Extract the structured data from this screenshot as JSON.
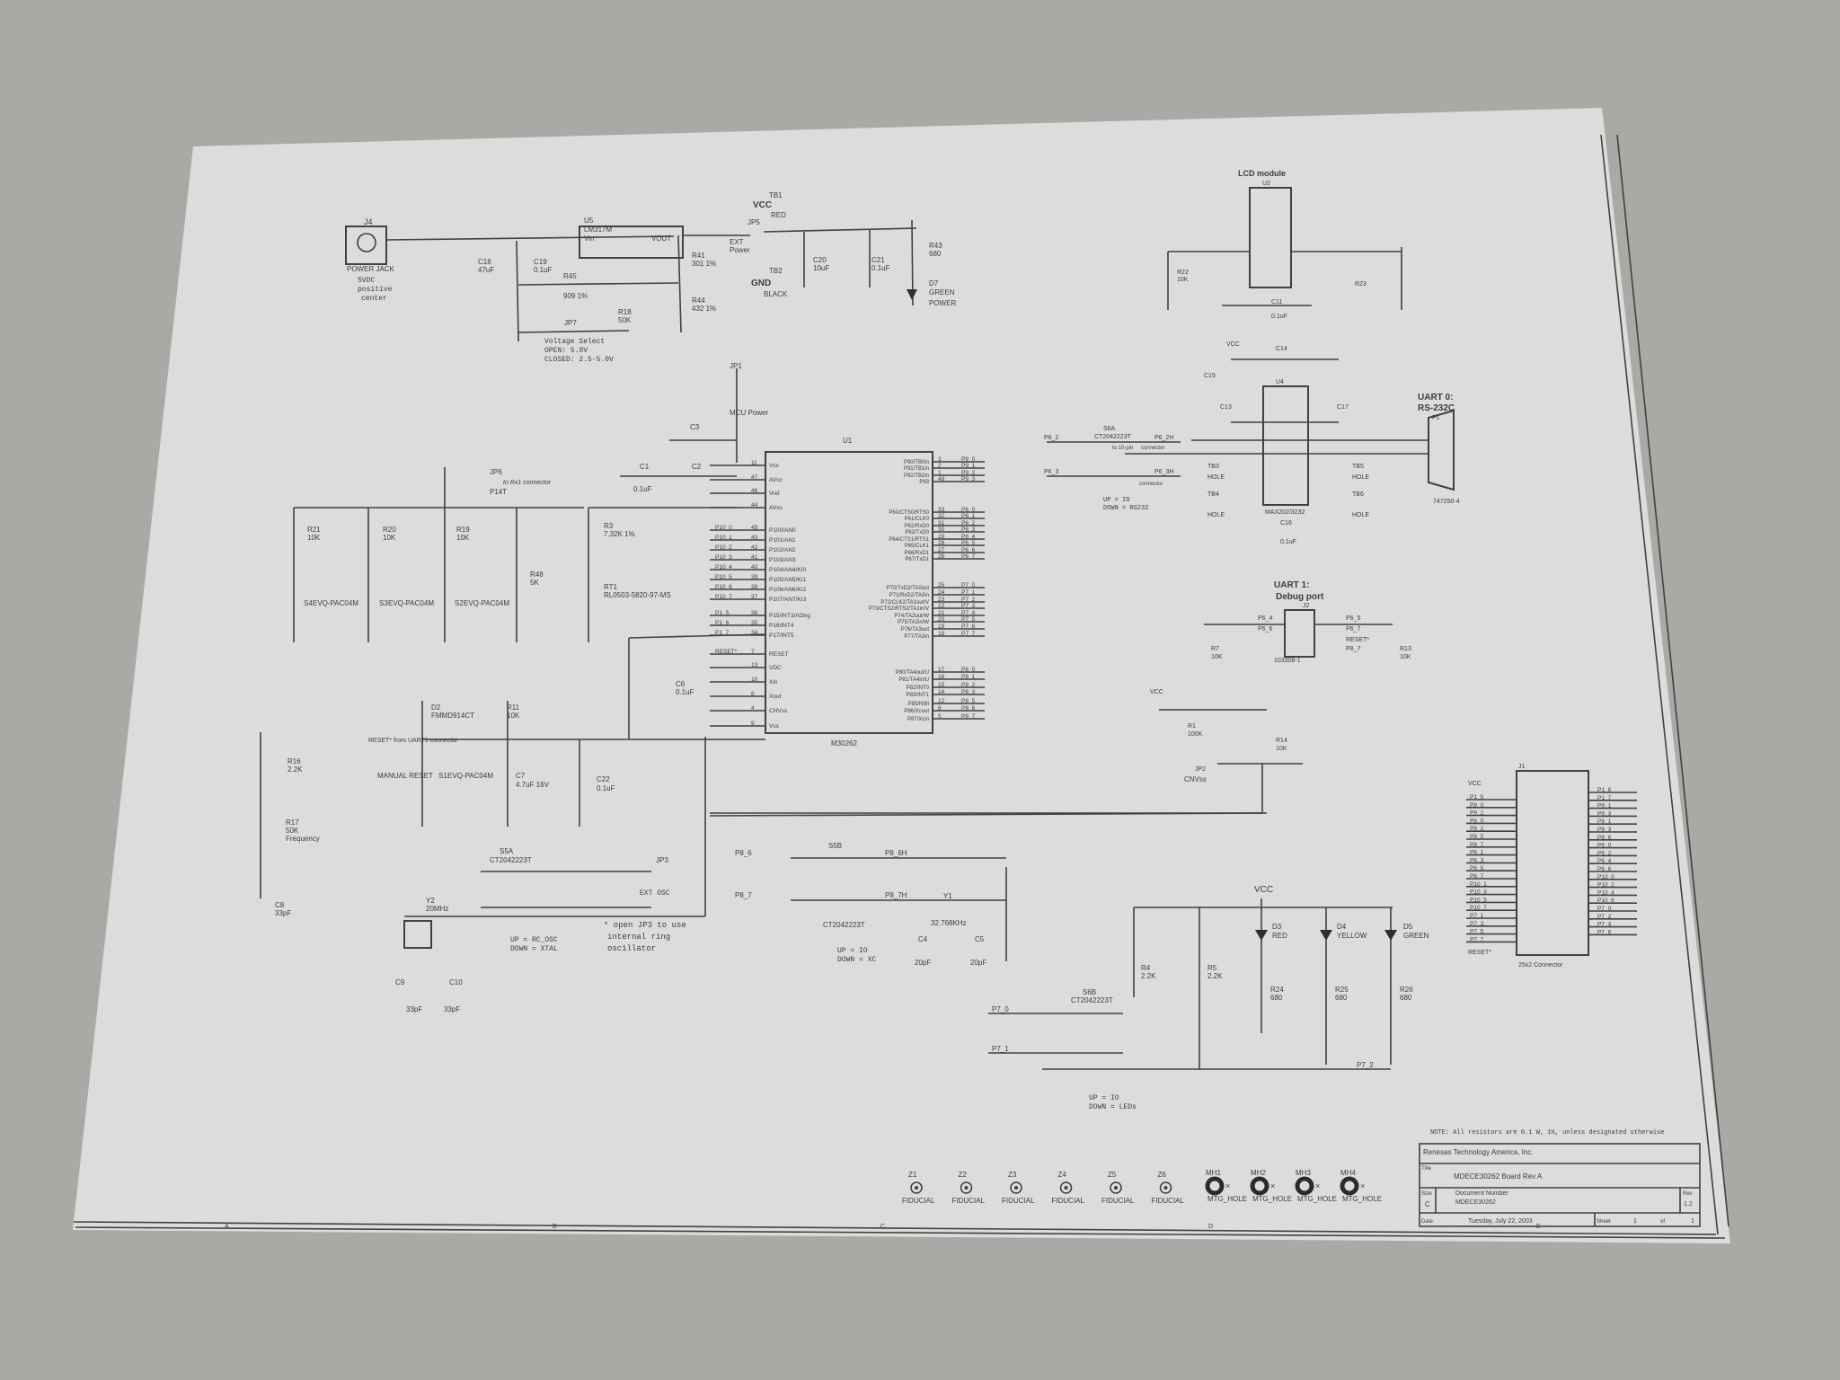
{
  "colors": {
    "table": "#a8aaa5",
    "paper": "#dadddb",
    "ink": "#3a3d3c"
  },
  "power": {
    "jack": "J4",
    "jack_name": "POWER JACK",
    "jack_note1": "5VDC",
    "jack_note2": "positive",
    "jack_note3": "center",
    "reg": "U5",
    "reg_part": "LM317M",
    "reg_vin": "Vin",
    "reg_vout": "VOUT",
    "c18": "C18",
    "c18v": "47uF",
    "c19": "C19",
    "c19v": "0.1uF",
    "r45": "R45",
    "r45v": "909 1%",
    "r41": "R41",
    "r41v": "301 1%",
    "r44": "R44",
    "r44v": "432 1%",
    "r18": "R18",
    "r18v": "50K",
    "jp7": "JP7",
    "vs1": "Voltage Select",
    "vs2": "OPEN:   5.0V",
    "vs3": "CLOSED: 2.5-5.0V",
    "jp5": "JP5",
    "ext": "EXT",
    "ext2": "Power",
    "vcc": "VCC",
    "tb1": "TB1",
    "red": "RED",
    "gnd": "GND",
    "tb2": "TB2",
    "black": "BLACK",
    "c20": "C20",
    "c20v": "10uF",
    "c21": "C21",
    "c21v": "0.1uF",
    "r43": "R43",
    "r43v": "680",
    "d7": "D7",
    "green": "GREEN",
    "pwr": "POWER"
  },
  "mcu": {
    "ref": "U1",
    "part": "M30262",
    "left_pins": [
      {
        "name": "Vcc",
        "num": "11",
        "net": ""
      },
      {
        "name": "AVcc",
        "num": "47",
        "net": ""
      },
      {
        "name": "Vref",
        "num": "46",
        "net": ""
      },
      {
        "name": "AVss",
        "num": "44",
        "net": ""
      },
      {
        "name": "P100/AN0",
        "num": "45",
        "net": "P10_0"
      },
      {
        "name": "P101/AN1",
        "num": "43",
        "net": "P10_1"
      },
      {
        "name": "P102/AN2",
        "num": "42",
        "net": "P10_2"
      },
      {
        "name": "P103/AN3",
        "num": "41",
        "net": "P10_3"
      },
      {
        "name": "P104/AN4/KI0",
        "num": "40",
        "net": "P10_4"
      },
      {
        "name": "P105/AN5/KI1",
        "num": "39",
        "net": "P10_5"
      },
      {
        "name": "P106/AN6/KI2",
        "num": "38",
        "net": "P10_6"
      },
      {
        "name": "P107/AN7/KI3",
        "num": "37",
        "net": "P10_7"
      },
      {
        "name": "P15/INT3/ADtrg",
        "num": "36",
        "net": "P1_5"
      },
      {
        "name": "P16/INT4",
        "num": "35",
        "net": "P1_6"
      },
      {
        "name": "P17/INT5",
        "num": "34",
        "net": "P1_7"
      },
      {
        "name": "RESET",
        "num": "7",
        "net": "RESET*"
      },
      {
        "name": "VDC",
        "num": "13",
        "net": ""
      },
      {
        "name": "Xin",
        "num": "10",
        "net": ""
      },
      {
        "name": "Xout",
        "num": "8",
        "net": ""
      },
      {
        "name": "CNVss",
        "num": "4",
        "net": ""
      },
      {
        "name": "Vss",
        "num": "9",
        "net": ""
      }
    ],
    "right_pins": [
      {
        "name": "P90/TB0in",
        "num": "3",
        "net": "P9_0"
      },
      {
        "name": "P91/TB1in",
        "num": "2",
        "net": "P9_1"
      },
      {
        "name": "P92/TB2in",
        "num": "1",
        "net": "P9_2"
      },
      {
        "name": "P93",
        "num": "48",
        "net": "P9_3"
      },
      {
        "name": "P60/CTS0/RTS0",
        "num": "33",
        "net": "P6_0"
      },
      {
        "name": "P61/CLK0",
        "num": "32",
        "net": "P6_1"
      },
      {
        "name": "P62/RxD0",
        "num": "31",
        "net": "P6_2"
      },
      {
        "name": "P63/TxD0",
        "num": "30",
        "net": "P6_3"
      },
      {
        "name": "P64/CTS1/RTS1",
        "num": "29",
        "net": "P6_4"
      },
      {
        "name": "P65/CLK1",
        "num": "28",
        "net": "P6_5"
      },
      {
        "name": "P66/RxD1",
        "num": "27",
        "net": "P6_6"
      },
      {
        "name": "P67/TxD1",
        "num": "26",
        "net": "P6_7"
      },
      {
        "name": "P70/TxD2/TA0out",
        "num": "25",
        "net": "P7_0"
      },
      {
        "name": "P71/RxD2/TA0in",
        "num": "24",
        "net": "P7_1"
      },
      {
        "name": "P72/CLK2/TA1out/V",
        "num": "23",
        "net": "P7_2"
      },
      {
        "name": "P73/CTS2/RTS2/TA1in/V",
        "num": "22",
        "net": "P7_3"
      },
      {
        "name": "P74/TA2out/W",
        "num": "21",
        "net": "P7_4"
      },
      {
        "name": "P75/TA2in/W",
        "num": "20",
        "net": "P7_5"
      },
      {
        "name": "P76/TA3out",
        "num": "19",
        "net": "P7_6"
      },
      {
        "name": "P77/TA3in",
        "num": "18",
        "net": "P7_7"
      },
      {
        "name": "P80/TA4out/U",
        "num": "17",
        "net": "P8_0"
      },
      {
        "name": "P81/TA4in/U",
        "num": "16",
        "net": "P8_1"
      },
      {
        "name": "P82/INT0",
        "num": "15",
        "net": "P8_2"
      },
      {
        "name": "P83/INT1",
        "num": "14",
        "net": "P8_3"
      },
      {
        "name": "P85/NMI",
        "num": "12",
        "net": "P8_5"
      },
      {
        "name": "P86/Xcout",
        "num": "6",
        "net": "P8_6"
      },
      {
        "name": "P87/Xcin",
        "num": "5",
        "net": "P8_7"
      }
    ],
    "jp1": "JP1",
    "mcu_power": "MCU Power",
    "c1": "C1",
    "c2": "C2",
    "c3": "C3",
    "cap": "0.1uF",
    "c6": "C6"
  },
  "inputs": {
    "jp6": "JP6",
    "jp6_note": "to Rx1 connector",
    "jp6b": "P14T",
    "r21": "R21",
    "r20": "R20",
    "r19": "R19",
    "r10k": "10K",
    "r3": "R3",
    "r3v": "7.32K 1%",
    "s4": "S4",
    "s3": "S3",
    "s2": "S2",
    "sw": "EVQ-PAC04M",
    "r48": "R48",
    "r48v": "5K",
    "rt1": "RT1",
    "rt1v": "RL0503-5820-97-MS",
    "d2": "D2",
    "d2v": "FMMD914CT",
    "r11": "R11",
    "reset_from": "RESET* from UART1 connector",
    "s1": "S1",
    "manual": "MANUAL RESET",
    "c7": "C7",
    "c7v": "4.7uF 16V",
    "c22": "C22",
    "r16": "R16",
    "r16v": "2.2K",
    "r17": "R17",
    "r17v": "50K",
    "freq": "Frequency",
    "c8": "C8",
    "c8v": "33pF"
  },
  "osc": {
    "s5a": "S5A",
    "ct": "CT2042223T",
    "jp3": "JP3",
    "ext_osc": "EXT OSC",
    "note1": "* open JP3 to use",
    "note2": "internal ring",
    "note3": "oscillator",
    "y2": "Y2",
    "y2v": "20MHz",
    "c9": "C9",
    "c10": "C10",
    "c33": "33pF",
    "updn1": "UP = RC_OSC",
    "updn2": "DOWN = XTAL",
    "s5b": "S5B",
    "p86": "P8_6",
    "p87": "P8_7",
    "p86h": "P8_6H",
    "p87h": "P8_7H",
    "y1": "Y1",
    "y1v": "32.768KHz",
    "c4": "C4",
    "c5": "C5",
    "c20p": "20pF",
    "ud1": "UP = IO",
    "ud2": "DOWN = XC"
  },
  "leds": {
    "vcc": "VCC",
    "d3": "D3",
    "red": "RED",
    "d4": "D4",
    "yellow": "YELLOW",
    "d5": "D5",
    "green": "GREEN",
    "r4": "R4",
    "r5": "R5",
    "r22k": "2.2K",
    "r24": "R24",
    "r25": "R25",
    "r26": "R26",
    "r680": "680",
    "s6b": "S6B",
    "p70": "P7_0",
    "p71": "P7_1",
    "p72": "P7_2",
    "ud1": "UP = IO",
    "ud2": "DOWN = LEDs"
  },
  "lcd": {
    "title": "LCD module",
    "ref": "U2",
    "r22": "R22",
    "r23": "R23",
    "r22v": "10K",
    "c11": "C11",
    "cap": "0.1uF"
  },
  "uart0": {
    "title1": "UART 0:",
    "title2": "RS-232C",
    "conn": "P1",
    "conn_part": "747250-4",
    "ic": "U4",
    "ic_part": "MAX202/3232",
    "c13": "C13",
    "c14": "C14",
    "c15": "C15",
    "c16": "C16",
    "c17": "C17",
    "cap": "0.1uF",
    "s6a": "S6A",
    "sw_part": "CT2042223T",
    "p62": "P6_2",
    "p63": "P6_3",
    "p62h": "P6_2H",
    "p63h": "P6_3H",
    "to": "to 10-pin",
    "conn_txt": "connector",
    "tb3": "TB3",
    "tb4": "TB4",
    "tb5": "TB5",
    "tb6": "TB6",
    "hole": "HOLE",
    "ud1": "UP = IO",
    "ud2": "DOWN = RS232",
    "vcc": "VCC"
  },
  "uart1": {
    "title1": "UART 1:",
    "title2": "Debug port",
    "conn": "J2",
    "conn_part": "103308-1",
    "r7": "R7",
    "r13": "R13",
    "r10k": "10K",
    "p64": "P6_4",
    "p65": "P6_5",
    "p66": "P6_6",
    "p67": "P6_7",
    "reset": "RESET*",
    "p87": "P8_7",
    "r1": "R1",
    "r1v": "100K",
    "r14": "R14",
    "r14v": "10K",
    "jp2": "JP2",
    "cnvss": "CNVss",
    "vcc": "VCC"
  },
  "header": {
    "ref": "J1",
    "part": "25x2 Connector",
    "vcc": "VCC",
    "reset": "RESET*",
    "left": [
      "P1_5",
      "P9_0",
      "P9_2",
      "P8_0",
      "P8_2",
      "P8_5",
      "P8_7",
      "P6_1",
      "P6_3",
      "P6_5",
      "P6_7",
      "P10_1",
      "P10_3",
      "P10_5",
      "P10_7",
      "P7_1",
      "P7_3",
      "P7_5",
      "P7_7"
    ],
    "right": [
      "P1_6",
      "P1_7",
      "P9_1",
      "P9_3",
      "P8_1",
      "P8_3",
      "P8_6",
      "P6_0",
      "P6_2",
      "P6_4",
      "P6_6",
      "P10_0",
      "P10_2",
      "P10_4",
      "P10_6",
      "P7_0",
      "P7_2",
      "P7_4",
      "P7_6"
    ]
  },
  "fiducials": [
    {
      "ref": "Z1",
      "label": "FIDUCIAL"
    },
    {
      "ref": "Z2",
      "label": "FIDUCIAL"
    },
    {
      "ref": "Z3",
      "label": "FIDUCIAL"
    },
    {
      "ref": "Z4",
      "label": "FIDUCIAL"
    },
    {
      "ref": "Z5",
      "label": "FIDUCIAL"
    },
    {
      "ref": "Z6",
      "label": "FIDUCIAL"
    }
  ],
  "holes": [
    {
      "ref": "MH1",
      "label": "MTG_HOLE"
    },
    {
      "ref": "MH2",
      "label": "MTG_HOLE"
    },
    {
      "ref": "MH3",
      "label": "MTG_HOLE"
    },
    {
      "ref": "MH4",
      "label": "MTG_HOLE"
    }
  ],
  "note": "NOTE: All resistors are 0.1 W, 1%, unless designated otherwise",
  "title_block": {
    "company": "Renesas Technology America, Inc.",
    "title_lbl": "Title",
    "title": "MDECE30262 Board Rev A",
    "size_lbl": "Size",
    "size": "C",
    "docnum_lbl": "Document Number",
    "docnum": "MDECE30262",
    "rev_lbl": "Rev",
    "rev": "1.2",
    "date_lbl": "Date:",
    "date": "Tuesday, July 22, 2003",
    "sheet_lbl": "Sheet",
    "sheet": "1",
    "of_lbl": "of",
    "of": "1"
  },
  "border_zones": [
    "A",
    "B",
    "C",
    "D",
    "E"
  ]
}
